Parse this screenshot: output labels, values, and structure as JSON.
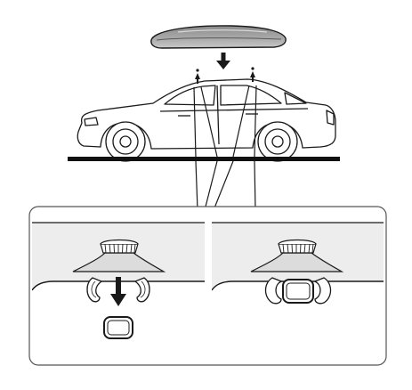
{
  "figure": {
    "type": "installation-diagram",
    "steps": [
      {
        "step": 1,
        "subject": "roof-box",
        "action": "lower-onto-roof-bars",
        "indicator": "down-arrow"
      },
      {
        "step": 2,
        "subject": "mounting-knob",
        "action": "push-clamp-down-into-claws",
        "indicator": "down-arrow"
      },
      {
        "step": 3,
        "subject": "mounting-knob",
        "action": "clamp-seated",
        "indicator": "none"
      }
    ],
    "colors": {
      "stroke": "#1a1a1a",
      "roof_box_top": "#8c8c8c",
      "roof_box_bottom": "#c8c8c8",
      "ground": "#111111",
      "panel_fill": "#ededed",
      "panel_border": "#555555",
      "background": "#ffffff"
    },
    "icons": [
      "roof-box-icon",
      "car-icon",
      "down-arrow-icon",
      "mounting-knob-icon",
      "clamp-icon"
    ]
  }
}
